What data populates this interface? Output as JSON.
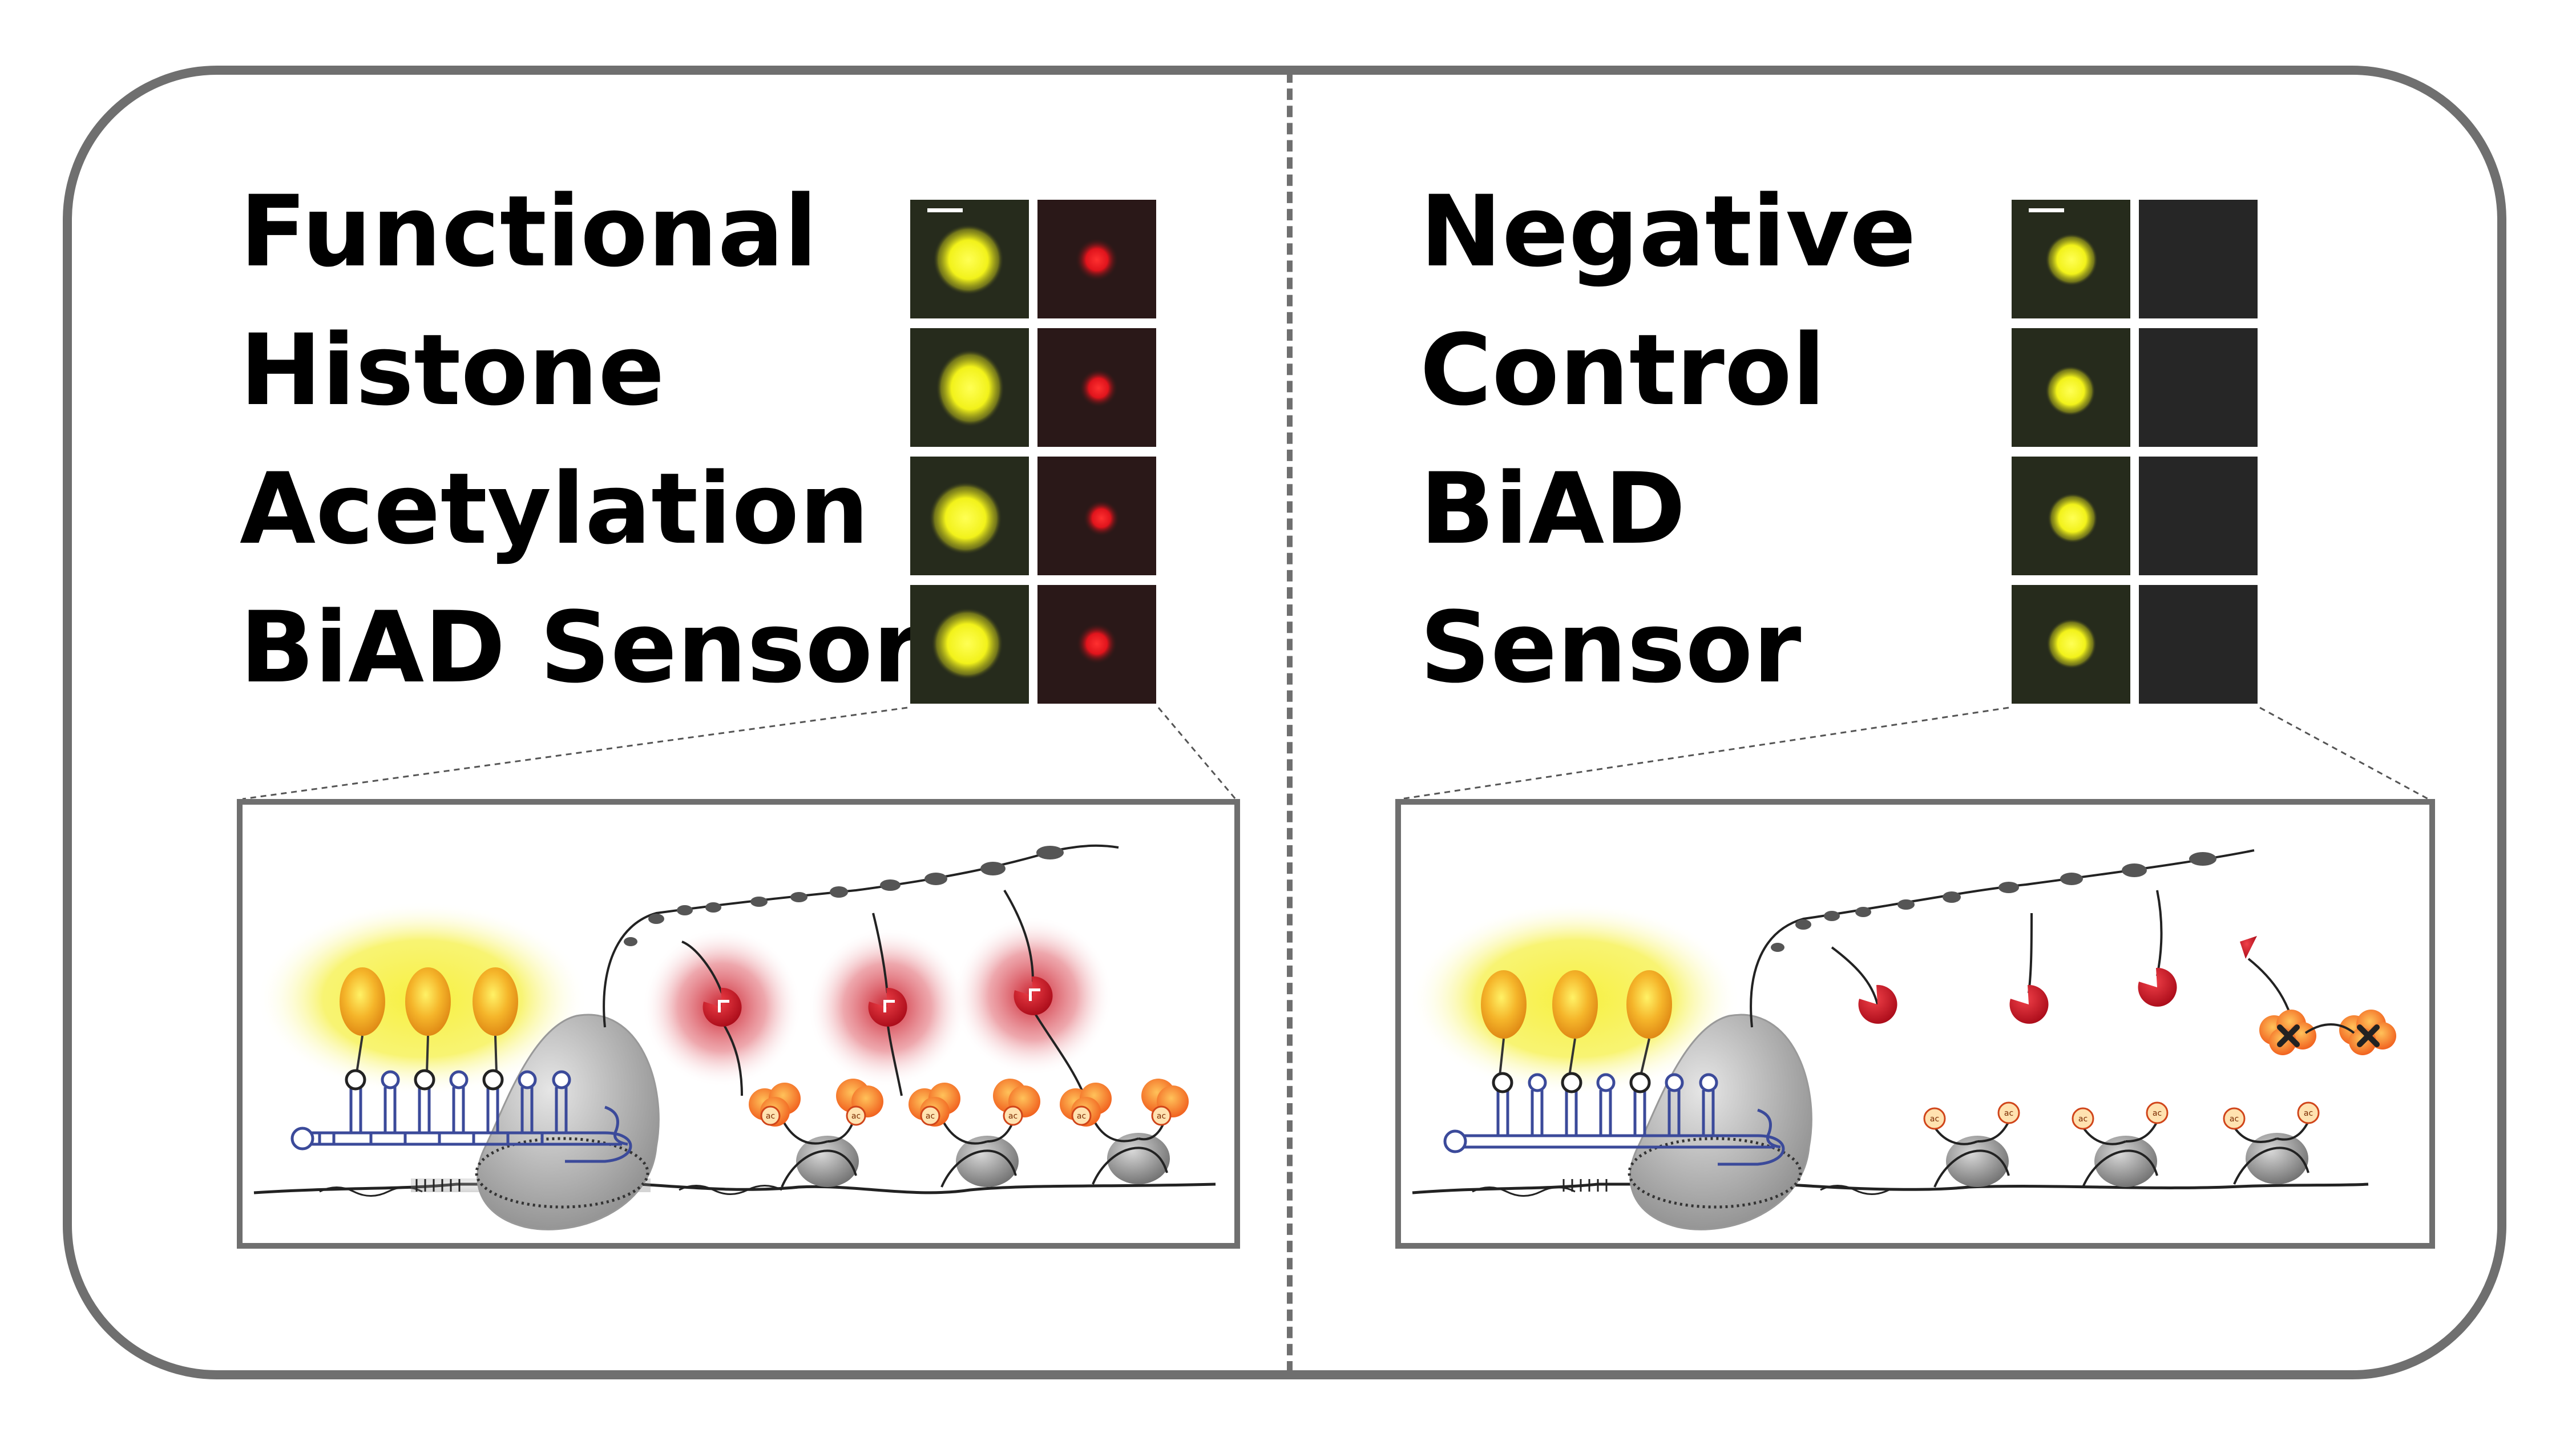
{
  "left_panel": {
    "title_lines": [
      "Functional",
      "Histone",
      "Acetylation",
      "BiAD Sensor"
    ],
    "nucleosome_mark": "ac"
  },
  "right_panel": {
    "title_lines": [
      "Negative",
      "Control",
      "BiAD",
      "Sensor"
    ],
    "nucleosome_mark": "ac"
  },
  "colors": {
    "frame": "#6f6f6f",
    "yellow_glow": "#f4ee3a",
    "red_glow": "#d21e2c",
    "dark_image_bg": "#262b1c",
    "black_image_bg": "#262626",
    "rna_blue": "#3b4a9a"
  },
  "icons": [
    "microscopy-tile",
    "polymerase-blob",
    "rna-hairpin",
    "nucleosome",
    "reader-protein",
    "x-mark"
  ]
}
